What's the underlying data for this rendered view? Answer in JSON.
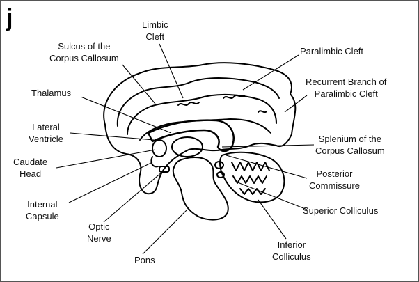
{
  "panel_letter": "j",
  "labels": {
    "limbic_cleft": "Limbic\nCleft",
    "sulcus_corpus_callosum": "Sulcus of the\nCorpus Callosum",
    "paralimbic_cleft": "Paralimbic Cleft",
    "recurrent_branch": "Recurrent Branch of\nParalimbic Cleft",
    "thalamus": "Thalamus",
    "lateral_ventricle": "Lateral\nVentricle",
    "splenium": "Splenium of the\nCorpus Callosum",
    "caudate_head": "Caudate\nHead",
    "posterior_commissure": "Posterior\nCommissure",
    "internal_capsule": "Internal\nCapsule",
    "superior_colliculus": "Superior Colliculus",
    "optic_nerve": "Optic\nNerve",
    "inferior_colliculus": "Inferior\nColliculus",
    "pons": "Pons"
  }
}
